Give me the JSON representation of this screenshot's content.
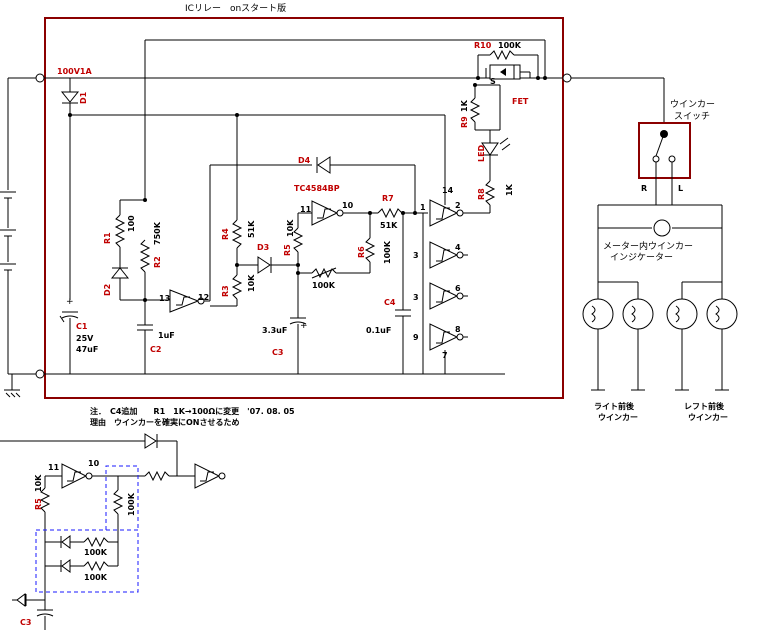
{
  "title": "ICリレー　onスタート版",
  "labels": {
    "fuse": "100V1A",
    "d1": "D1",
    "d2": "D2",
    "d3": "D3",
    "d4": "D4",
    "r1": "R1",
    "r1_val": "100",
    "r2": "R2",
    "r2_val": "750K",
    "r3": "R3",
    "r3_val": "10K",
    "r4": "R4",
    "r4_val": "51K",
    "r5": "R5",
    "r5_val": "10K",
    "r6": "R6",
    "r6_val": "100K",
    "r7": "R7",
    "r7_val": "51K",
    "r8": "R8",
    "r8_val": "1K",
    "r9": "R9",
    "r9_val": "1K",
    "r10": "R10",
    "r10_val": "100K",
    "c1": "C1",
    "c1_val1": "25V",
    "c1_val2": "47uF",
    "c2": "C2",
    "c2_val": "1uF",
    "c3": "C3",
    "c3_val": "3.3uF",
    "c4": "C4",
    "c4_val": "0.1uF",
    "r100k_mid": "100K",
    "ic": "TC4584BP",
    "led": "LED",
    "fet": "FET",
    "fet_pin": "S",
    "pin13": "13",
    "pin12": "12",
    "pin11": "11",
    "pin10": "10",
    "pin14": "14",
    "pin1": "1",
    "pin2": "2",
    "pin3a": "3",
    "pin4": "4",
    "pin3b": "3",
    "pin6": "6",
    "pin9": "9",
    "pin8": "8",
    "pin7": "7",
    "switch_title1": "ウインカー",
    "switch_title2": "スイッチ",
    "sw_r": "R",
    "sw_l": "L",
    "indicator1": "メーター内ウインカー",
    "indicator2": "インジケーター",
    "right_lamp1": "ライト前後",
    "right_lamp2": "ウインカー",
    "left_lamp1": "レフト前後",
    "left_lamp2": "ウインカー"
  },
  "note": {
    "line1": "注．　C4追加　　R1　1K→100Ωに変更　'07. 08. 05",
    "line2": "理由　ウインカーを確実にONさせるため"
  },
  "inset": {
    "r5": "R5",
    "r5_val": "10K",
    "pin11": "11",
    "pin10": "10",
    "r100k_a": "100K",
    "r100k_b": "100K",
    "r100k_c": "100K",
    "c3": "C3"
  }
}
